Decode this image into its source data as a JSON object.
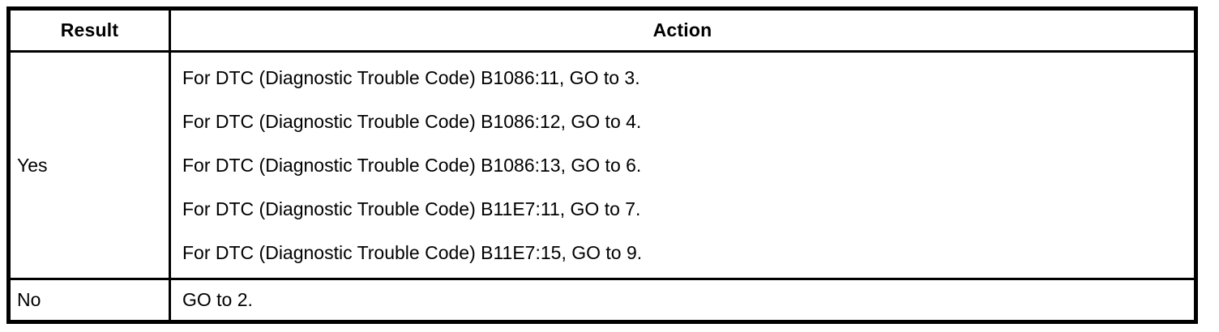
{
  "table": {
    "header": {
      "result": "Result",
      "action": "Action"
    },
    "rows": [
      {
        "result": "Yes",
        "actions": [
          "For DTC (Diagnostic Trouble Code) B1086:11, GO to 3.",
          "For DTC (Diagnostic Trouble Code) B1086:12, GO to 4.",
          "For DTC (Diagnostic Trouble Code) B1086:13, GO to 6.",
          "For DTC (Diagnostic Trouble Code) B11E7:11, GO to 7.",
          "For DTC (Diagnostic Trouble Code) B11E7:15, GO to 9."
        ]
      },
      {
        "result": "No",
        "actions": [
          "GO to 2."
        ]
      }
    ],
    "colors": {
      "border": "#000000",
      "background": "#ffffff",
      "text": "#000000"
    }
  }
}
